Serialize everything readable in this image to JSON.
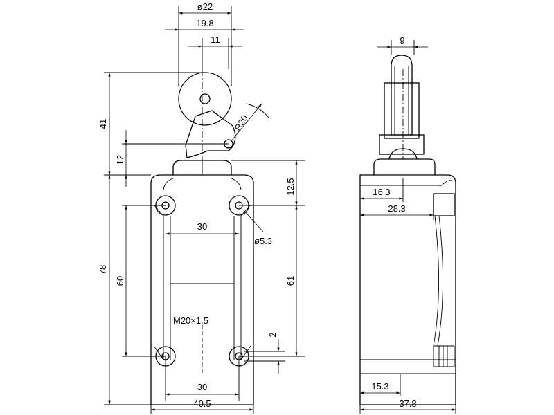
{
  "front_view": {
    "dim_roller_diameter": "ø22",
    "dim_19_8": "19.8",
    "dim_11": "11",
    "dim_41": "41",
    "dim_12": "12",
    "dim_radius": "R20",
    "dim_12_5": "12.5",
    "dim_hole_spacing_top": "30",
    "dim_hole_diameter": "ø5.3",
    "dim_78": "78",
    "dim_60": "60",
    "dim_61": "61",
    "thread_label": "M20×1,5",
    "dim_2": "2",
    "dim_hole_spacing_bottom": "30",
    "dim_width": "40.5"
  },
  "side_view": {
    "dim_roller_width": "9",
    "dim_16_3": "16.3",
    "dim_28_3": "28.3",
    "dim_15_3": "15.3",
    "dim_depth": "37.8"
  }
}
